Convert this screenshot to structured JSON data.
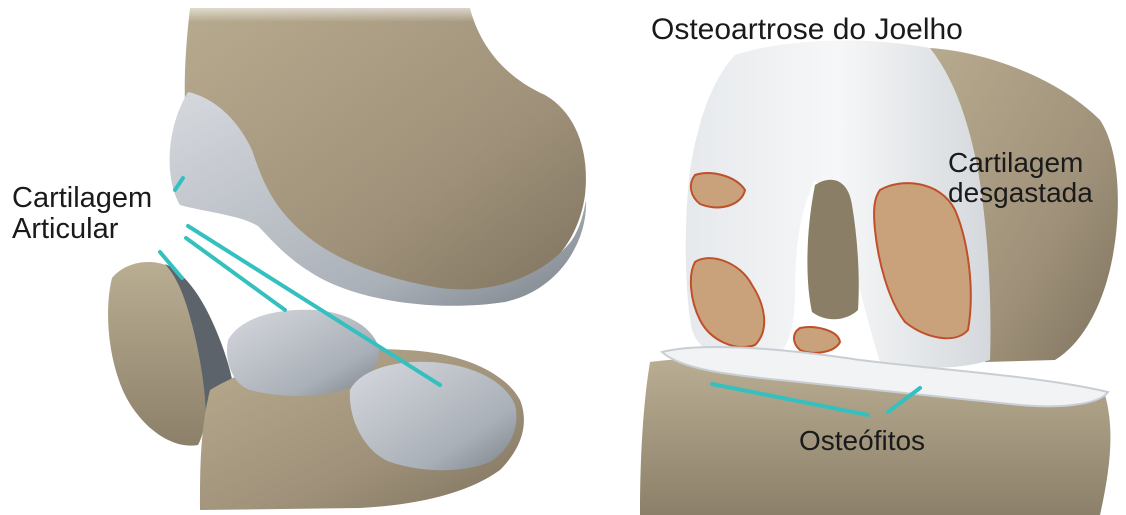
{
  "title": "Osteoartrose do Joelho",
  "labels": {
    "cartilagem_articular": "Cartilagem\nArticular",
    "cartilagem_desgastada": "Cartilagem\ndesgastada",
    "osteofitos": "Osteófitos"
  },
  "colors": {
    "bone": "#a89a7d",
    "bone_dark": "#7d705a",
    "cartilage": "#c9cdd3",
    "cartilage_dark": "#6e737b",
    "worn_cartilage": "#eceef0",
    "lesion": "#c0502a",
    "pointer": "#35c0c0",
    "text": "#1a1a1a"
  }
}
